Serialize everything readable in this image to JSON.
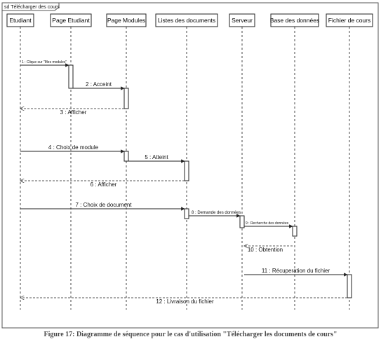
{
  "frame_title": "sd Télécharger des cours",
  "lifelines": [
    {
      "name": "Etudiant"
    },
    {
      "name": "Page Etudiant"
    },
    {
      "name": "Page Modules"
    },
    {
      "name": "Listes des documents"
    },
    {
      "name": "Serveur"
    },
    {
      "name": "Base des données"
    },
    {
      "name": "Fichier de cours"
    }
  ],
  "messages": [
    {
      "label": "1 : Clique sur \"Mes modules\"",
      "from": 0,
      "to": 1,
      "kind": "sync"
    },
    {
      "label": "2 : Acceint",
      "from": 1,
      "to": 2,
      "kind": "sync"
    },
    {
      "label": "3 : Afficher",
      "from": 2,
      "to": 0,
      "kind": "return"
    },
    {
      "label": "4 : Choix de module",
      "from": 0,
      "to": 2,
      "kind": "sync"
    },
    {
      "label": "5 : Atteint",
      "from": 2,
      "to": 3,
      "kind": "sync"
    },
    {
      "label": "6 : Afficher",
      "from": 3,
      "to": 0,
      "kind": "return"
    },
    {
      "label": "7 : Choix de document",
      "from": 0,
      "to": 3,
      "kind": "sync"
    },
    {
      "label": "8 : Demande des données",
      "from": 3,
      "to": 4,
      "kind": "sync"
    },
    {
      "label": "9 : Recherche des données",
      "from": 4,
      "to": 5,
      "kind": "sync"
    },
    {
      "label": "10 : Obtention",
      "from": 5,
      "to": 4,
      "kind": "return"
    },
    {
      "label": "11 : Récuperation du fichier",
      "from": 4,
      "to": 6,
      "kind": "sync"
    },
    {
      "label": "12 : Livraison du fichier",
      "from": 6,
      "to": 0,
      "kind": "return"
    }
  ],
  "caption": "Figure 17: Diagramme de séquence pour le cas d'utilisation \"Télécharger les documents de cours\""
}
